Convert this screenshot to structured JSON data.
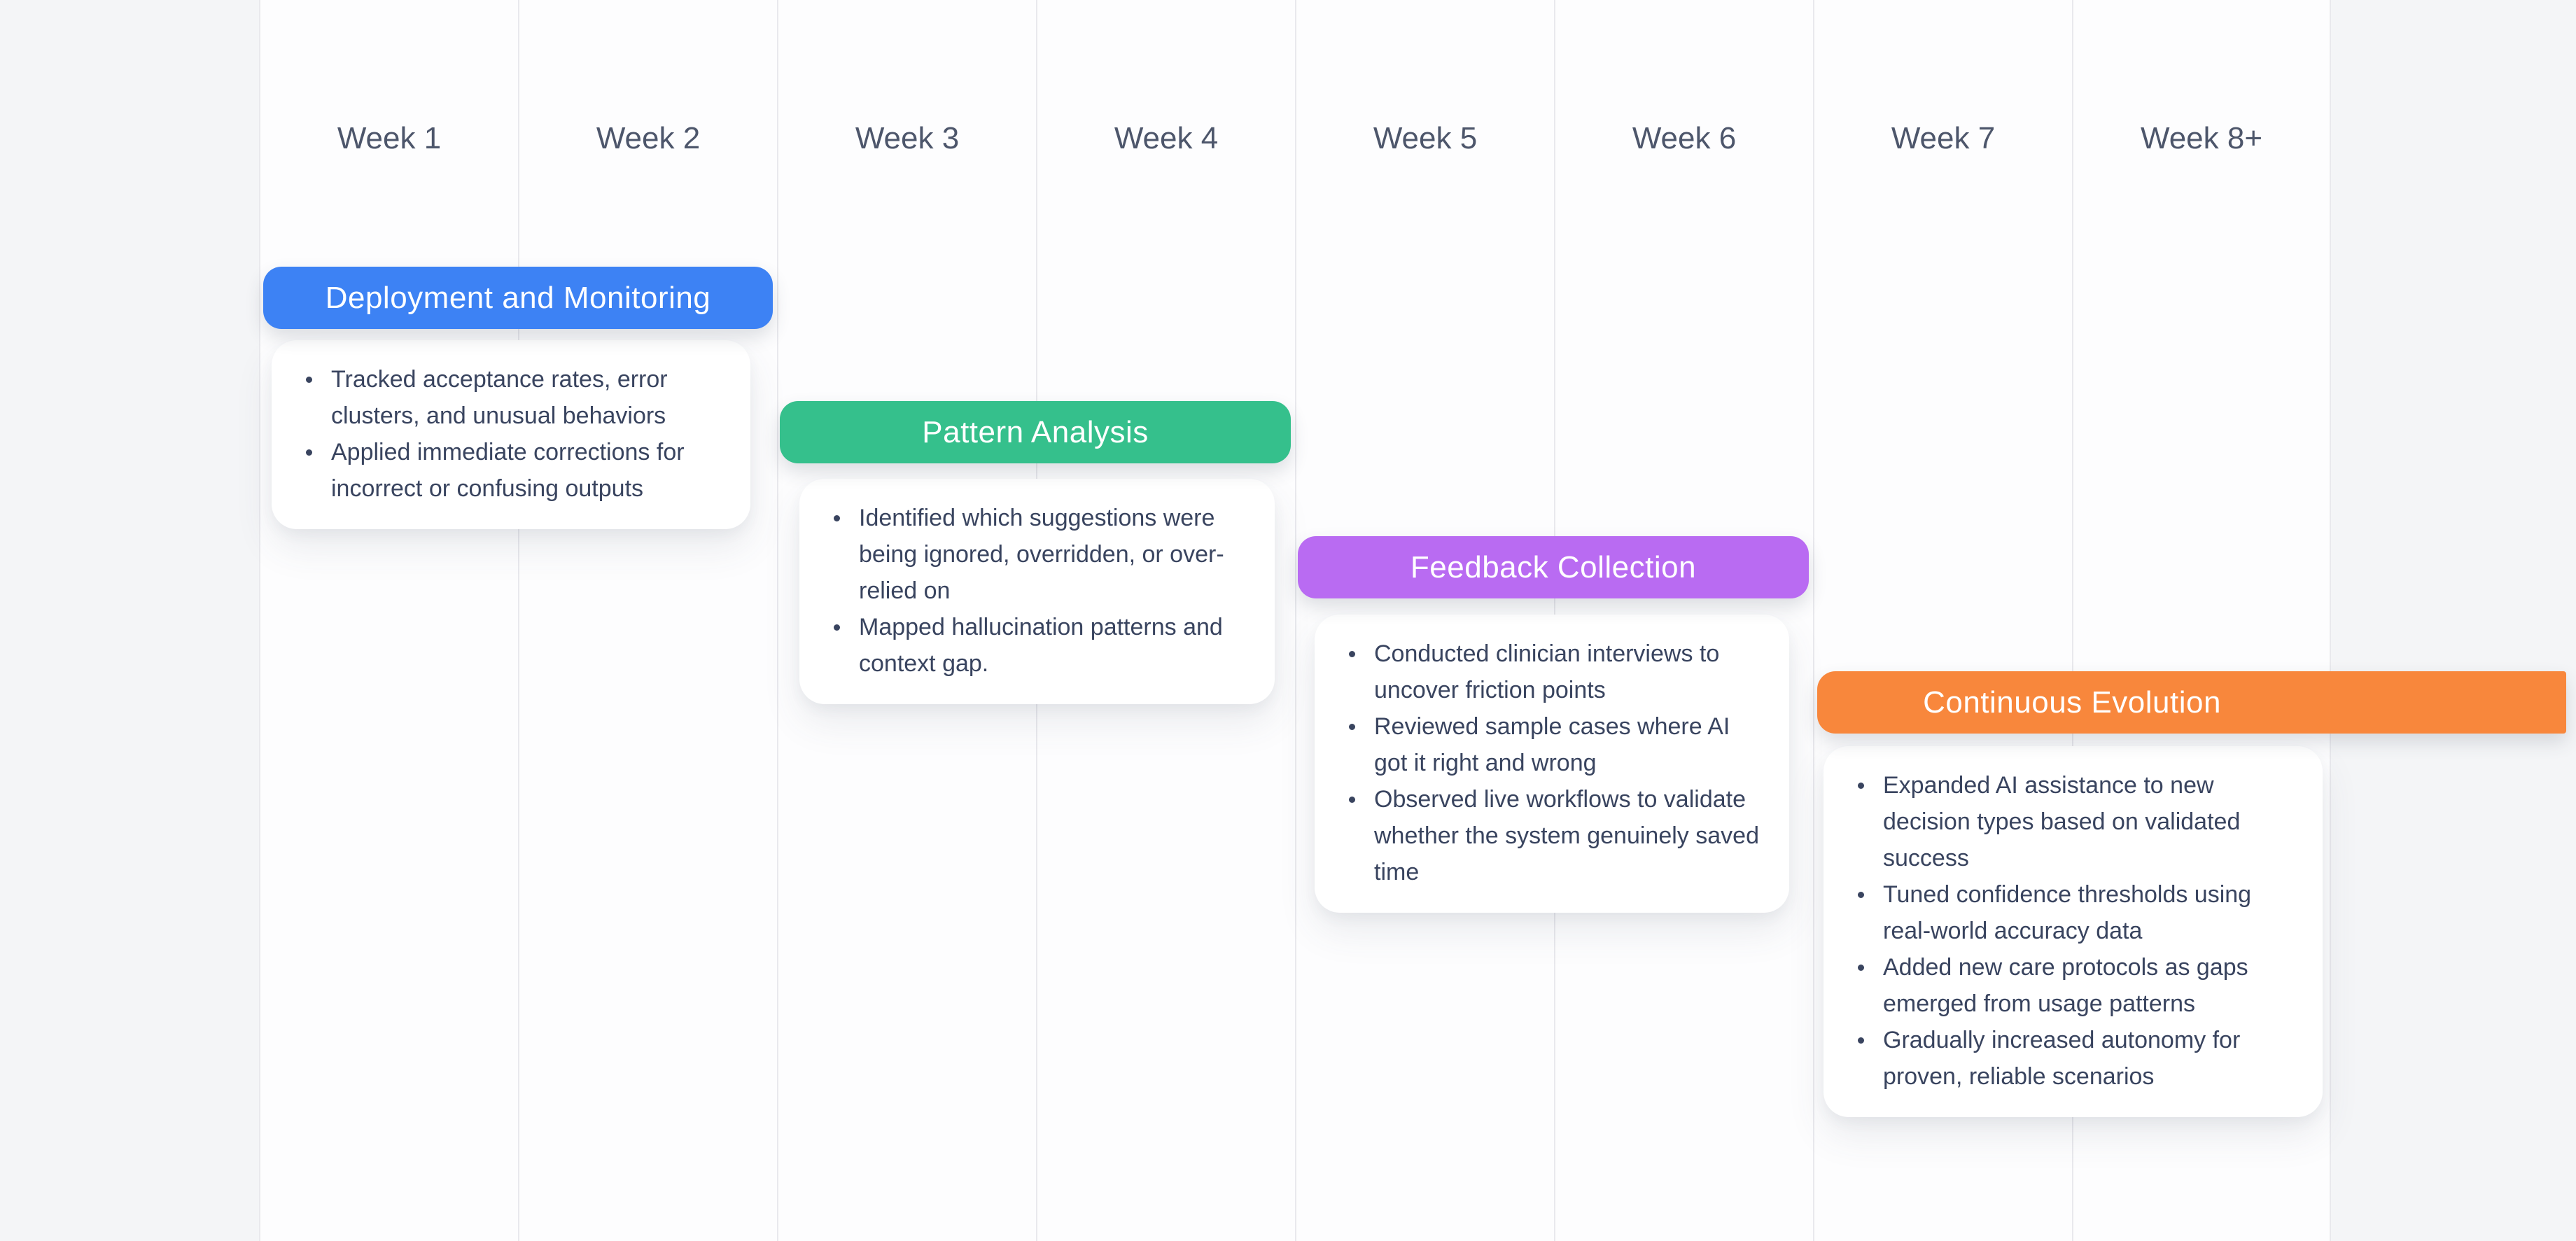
{
  "timeline": {
    "weeks": [
      "Week 1",
      "Week 2",
      "Week 3",
      "Week 4",
      "Week 5",
      "Week 6",
      "Week 7",
      "Week 8+"
    ]
  },
  "phases": [
    {
      "title": "Deployment and Monitoring",
      "color": "#3d82f4",
      "span": {
        "start": "Week 1",
        "end": "Week 2"
      },
      "bullets": [
        "Tracked acceptance rates, error clusters, and unusual behaviors",
        "Applied immediate corrections for incorrect or confusing outputs"
      ]
    },
    {
      "title": "Pattern Analysis",
      "color": "#35c08c",
      "span": {
        "start": "Week 3",
        "end": "Week 4"
      },
      "bullets": [
        "Identified which suggestions were being ignored, overridden, or over-relied on",
        "Mapped hallucination patterns and context gap."
      ]
    },
    {
      "title": "Feedback Collection",
      "color": "#b96bf2",
      "span": {
        "start": "Week 5",
        "end": "Week 6"
      },
      "bullets": [
        "Conducted clinician interviews to uncover friction points",
        "Reviewed sample cases where AI got it right and wrong",
        "Observed live workflows to validate whether the system genuinely saved time"
      ]
    },
    {
      "title": "Continuous Evolution",
      "color": "#f8873c",
      "span": {
        "start": "Week 7",
        "end": "Week 8+"
      },
      "bullets": [
        "Expanded AI assistance to new decision types based on validated success",
        "Tuned confidence thresholds using real-world accuracy data",
        "Added new care protocols as gaps emerged from usage patterns",
        "Gradually increased autonomy for proven, reliable scenarios"
      ]
    }
  ]
}
